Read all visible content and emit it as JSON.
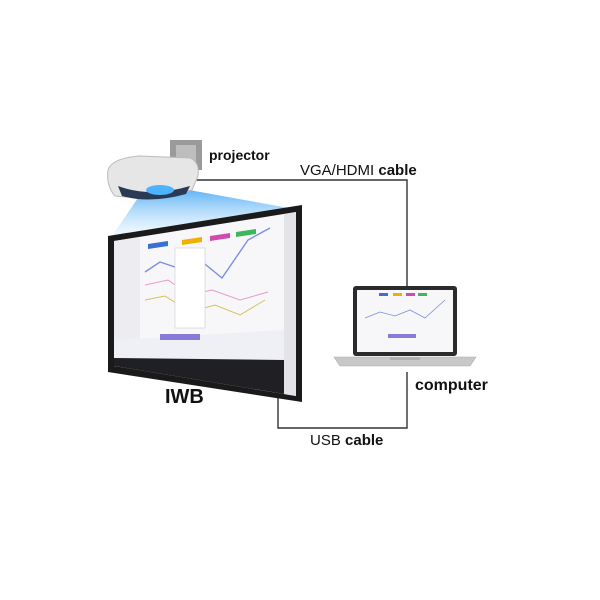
{
  "labels": {
    "projector": "projector",
    "vga_cable_prefix": "VGA/HDMI",
    "vga_cable_suffix": "cable",
    "iwb": "IWB",
    "computer": "computer",
    "usb_cable_prefix": "USB",
    "usb_cable_suffix": "cable"
  },
  "colors": {
    "projector_beam": "#3aa0f0",
    "board_frame": "#1a1a1a",
    "laptop_body": "#c8c8c8",
    "tab_colors": [
      "#3b6fd8",
      "#f0b000",
      "#d04ab0",
      "#3cb85a",
      "#8a5cd0"
    ]
  },
  "icons": [
    "projector-icon",
    "interactive-whiteboard-icon",
    "laptop-icon"
  ]
}
